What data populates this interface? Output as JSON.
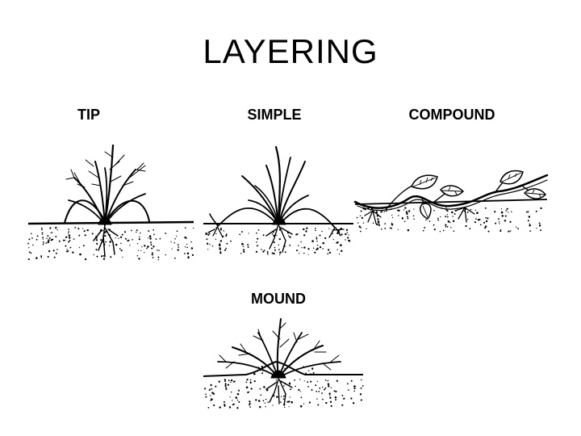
{
  "title": "LAYERING",
  "methods": {
    "tip": "TIP",
    "simple": "SIMPLE",
    "compound": "COMPOUND",
    "mound": "MOUND"
  },
  "colors": {
    "ink": "#000000",
    "background": "#ffffff"
  }
}
